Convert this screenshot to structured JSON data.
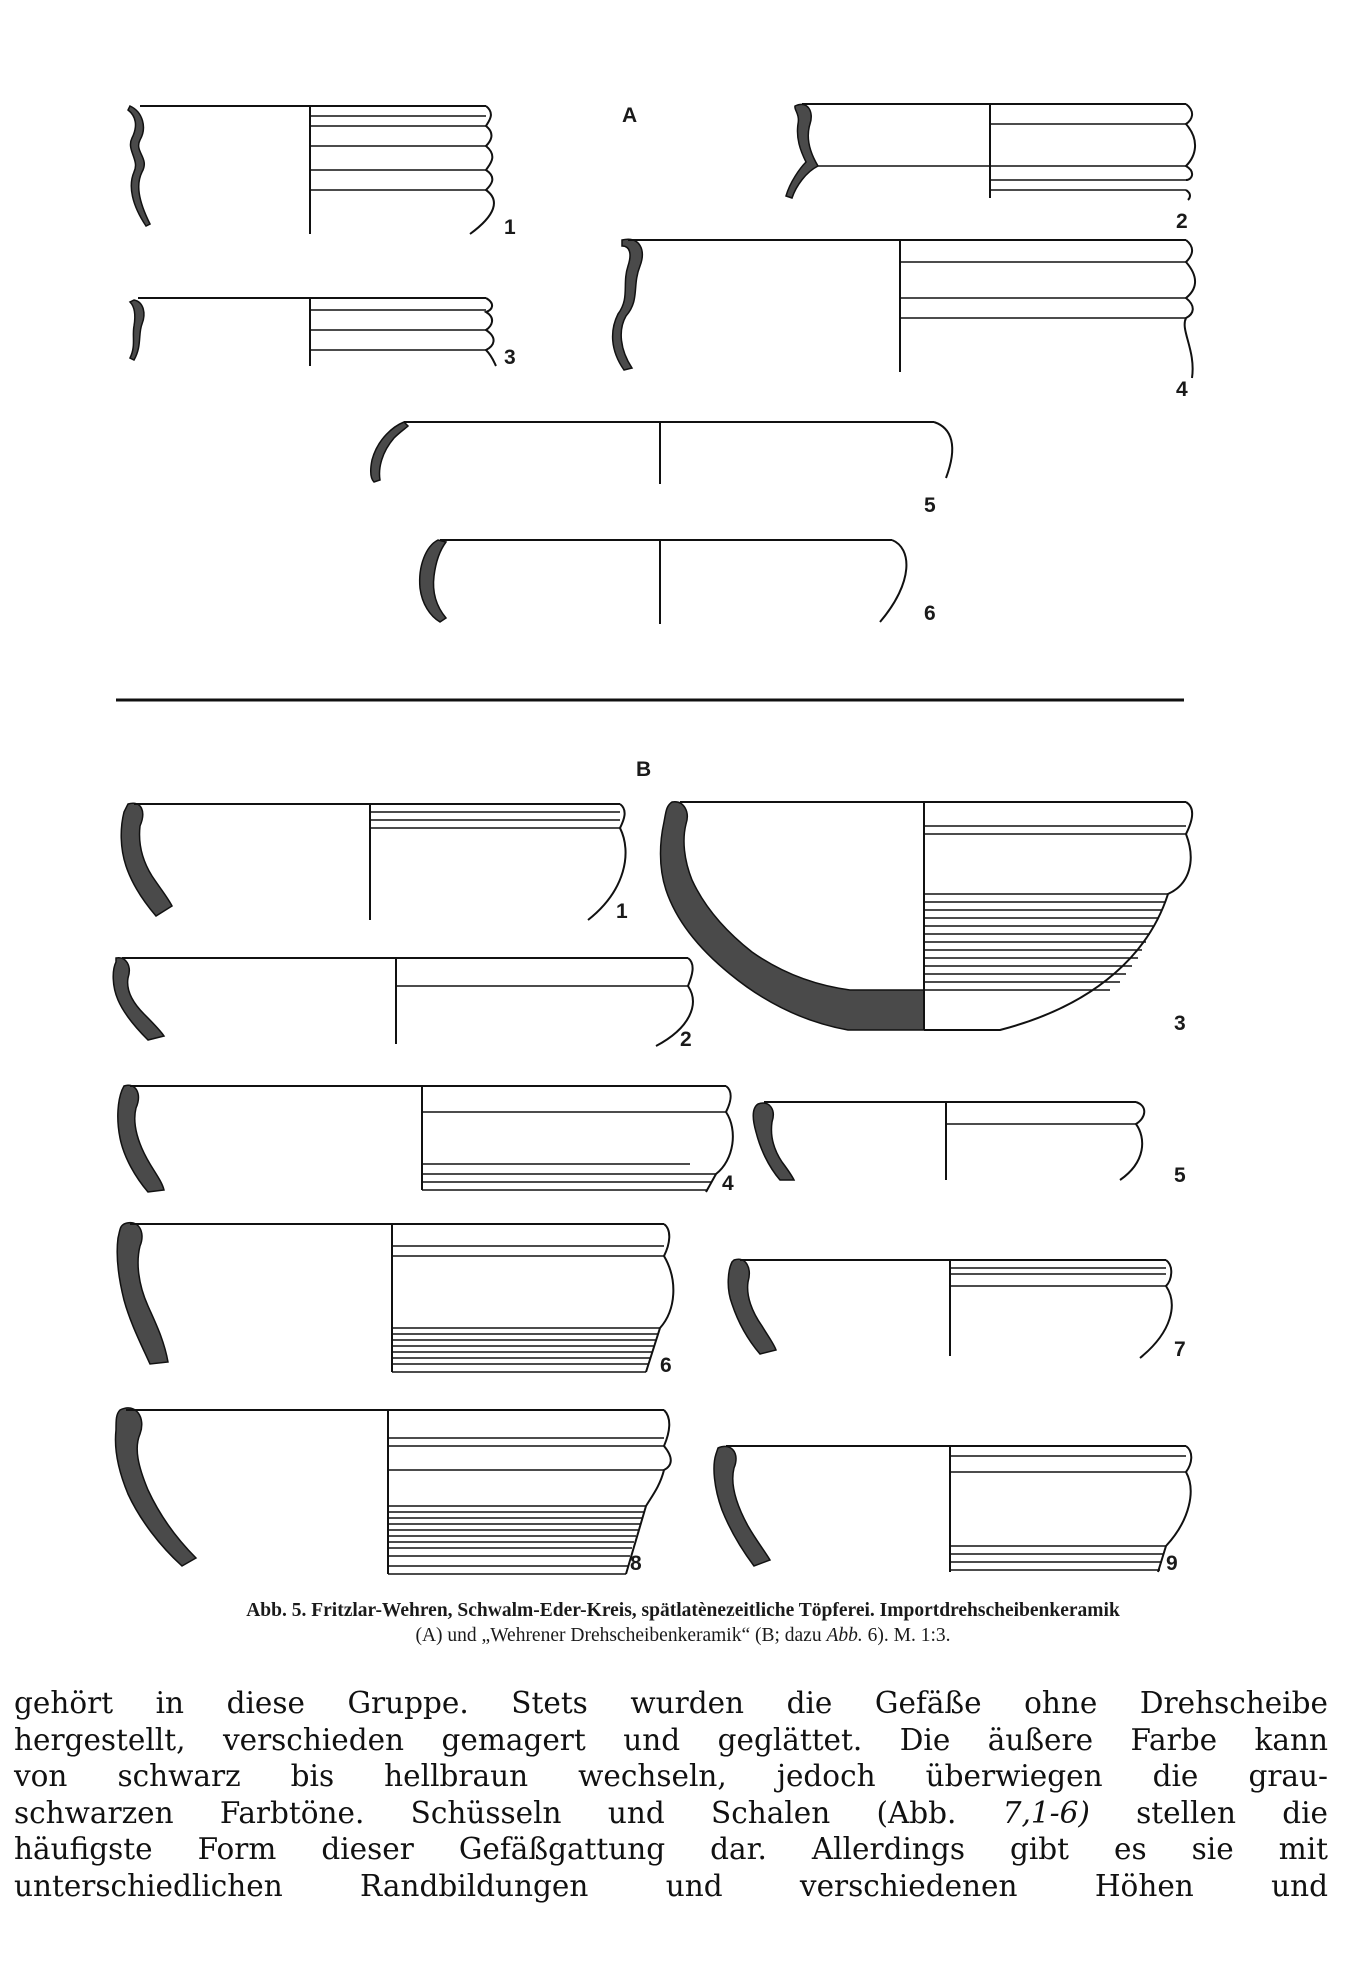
{
  "figure": {
    "section_a_label": "A",
    "section_b_label": "B",
    "a_numbers": [
      "1",
      "2",
      "3",
      "4",
      "5",
      "6"
    ],
    "b_numbers": [
      "1",
      "2",
      "3",
      "4",
      "5",
      "6",
      "7",
      "8",
      "9"
    ]
  },
  "caption": {
    "line1": "Abb. 5. Fritzlar-Wehren, Schwalm-Eder-Kreis, spätlatènezeitliche Töpferei. Importdrehscheibenkeramik",
    "line2_a": "(A) und „Wehrener Drehscheibenkeramik“ (B; dazu ",
    "line2_ref": "Abb.",
    "line2_b": " 6). M. 1:3."
  },
  "body": {
    "line1": "gehört in diese Gruppe. Stets wurden die Gefäße ohne Drehscheibe",
    "line2": "hergestellt, verschieden gemagert und geglättet. Die äußere Farbe kann",
    "line3": "von schwarz bis hellbraun wechseln, jedoch überwiegen die grau-",
    "line4_a": "schwarzen Farbtöne. Schüsseln und Schalen (Abb. ",
    "line4_ref": "7,1-6)",
    "line4_b": " stellen die",
    "line5": "häufigste Form dieser Gefäßgattung dar. Allerdings gibt es sie mit",
    "line6": "unterschiedlichen Randbildungen und verschiedenen Höhen und"
  }
}
